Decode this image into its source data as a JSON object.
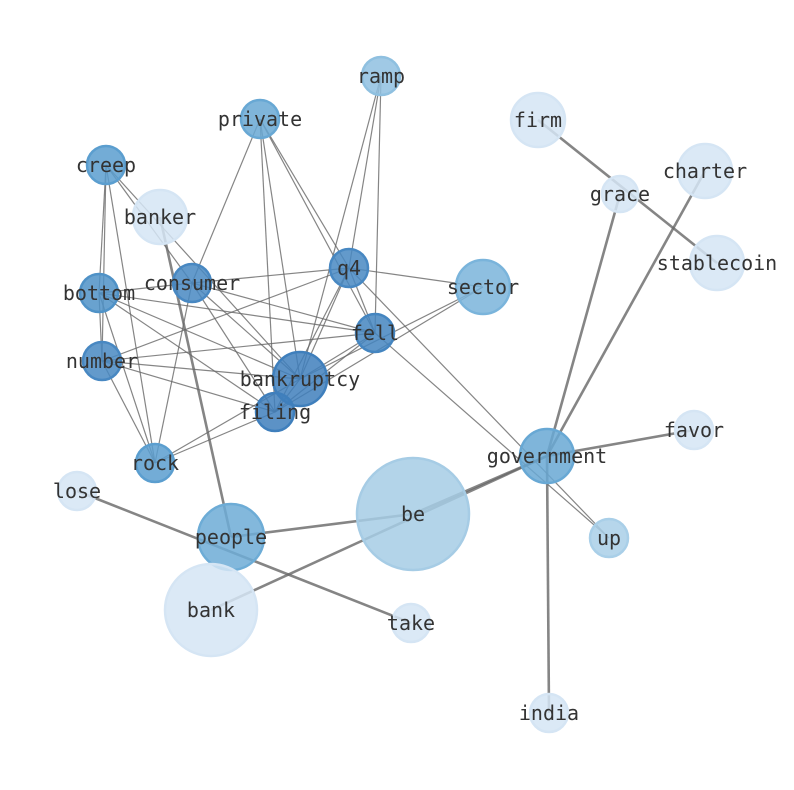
{
  "nodes": [
    {
      "id": "ramp",
      "label": "ramp",
      "color": "#8fc0e0"
    },
    {
      "id": "private",
      "label": "private",
      "color": "#68a8d4"
    },
    {
      "id": "creep",
      "label": "creep",
      "color": "#5b9ecf"
    },
    {
      "id": "banker",
      "label": "banker",
      "color": "#d5e5f4"
    },
    {
      "id": "bottom",
      "label": "bottom",
      "color": "#4f92c7"
    },
    {
      "id": "consumer",
      "label": "consumer",
      "color": "#4888c2"
    },
    {
      "id": "q4",
      "label": "q4",
      "color": "#4888c2"
    },
    {
      "id": "sector",
      "label": "sector",
      "color": "#7ab4db"
    },
    {
      "id": "fell",
      "label": "fell",
      "color": "#4485c0"
    },
    {
      "id": "number",
      "label": "number",
      "color": "#4888c2"
    },
    {
      "id": "bankruptcy",
      "label": "bankruptcy",
      "color": "#3f7fbc"
    },
    {
      "id": "filing",
      "label": "filing",
      "color": "#3f7fbc"
    },
    {
      "id": "rock",
      "label": "rock",
      "color": "#5b9ecf"
    },
    {
      "id": "firm",
      "label": "firm",
      "color": "#d5e5f4"
    },
    {
      "id": "grace",
      "label": "grace",
      "color": "#d5e5f4"
    },
    {
      "id": "charter",
      "label": "charter",
      "color": "#d5e5f4"
    },
    {
      "id": "stablecoin",
      "label": "stablecoin",
      "color": "#d5e5f4"
    },
    {
      "id": "favor",
      "label": "favor",
      "color": "#d5e5f4"
    },
    {
      "id": "government",
      "label": "government",
      "color": "#68a8d4"
    },
    {
      "id": "lose",
      "label": "lose",
      "color": "#d5e5f4"
    },
    {
      "id": "people",
      "label": "people",
      "color": "#6dacd6"
    },
    {
      "id": "be",
      "label": "be",
      "color": "#a6cce5"
    },
    {
      "id": "up",
      "label": "up",
      "color": "#a9cfe8"
    },
    {
      "id": "bank",
      "label": "bank",
      "color": "#d5e5f4"
    },
    {
      "id": "take",
      "label": "take",
      "color": "#d5e5f4"
    },
    {
      "id": "india",
      "label": "india",
      "color": "#d5e5f4"
    }
  ],
  "edges_strong": [
    [
      "banker",
      "people"
    ],
    [
      "lose",
      "take"
    ],
    [
      "people",
      "be"
    ],
    [
      "bank",
      "government"
    ],
    [
      "be",
      "government"
    ],
    [
      "government",
      "grace"
    ],
    [
      "government",
      "charter"
    ],
    [
      "government",
      "favor"
    ],
    [
      "government",
      "india"
    ],
    [
      "firm",
      "stablecoin"
    ]
  ],
  "edges_weak": [
    [
      "creep",
      "bottom"
    ],
    [
      "creep",
      "number"
    ],
    [
      "creep",
      "rock"
    ],
    [
      "creep",
      "consumer"
    ],
    [
      "creep",
      "bankruptcy"
    ],
    [
      "bottom",
      "number"
    ],
    [
      "bottom",
      "rock"
    ],
    [
      "bottom",
      "consumer"
    ],
    [
      "bottom",
      "fell"
    ],
    [
      "bottom",
      "bankruptcy"
    ],
    [
      "bottom",
      "filing"
    ],
    [
      "number",
      "rock"
    ],
    [
      "number",
      "q4"
    ],
    [
      "number",
      "fell"
    ],
    [
      "number",
      "bankruptcy"
    ],
    [
      "number",
      "filing"
    ],
    [
      "consumer",
      "q4"
    ],
    [
      "consumer",
      "fell"
    ],
    [
      "consumer",
      "bankruptcy"
    ],
    [
      "consumer",
      "filing"
    ],
    [
      "consumer",
      "rock"
    ],
    [
      "consumer",
      "private"
    ],
    [
      "private",
      "bankruptcy"
    ],
    [
      "private",
      "filing"
    ],
    [
      "private",
      "q4"
    ],
    [
      "private",
      "fell"
    ],
    [
      "ramp",
      "bankruptcy"
    ],
    [
      "ramp",
      "q4"
    ],
    [
      "ramp",
      "fell"
    ],
    [
      "q4",
      "bankruptcy"
    ],
    [
      "q4",
      "filing"
    ],
    [
      "q4",
      "fell"
    ],
    [
      "q4",
      "sector"
    ],
    [
      "q4",
      "up"
    ],
    [
      "fell",
      "bankruptcy"
    ],
    [
      "fell",
      "filing"
    ],
    [
      "fell",
      "up"
    ],
    [
      "sector",
      "bankruptcy"
    ],
    [
      "sector",
      "filing"
    ],
    [
      "rock",
      "bankruptcy"
    ],
    [
      "rock",
      "filing"
    ],
    [
      "filing",
      "bankruptcy"
    ]
  ]
}
